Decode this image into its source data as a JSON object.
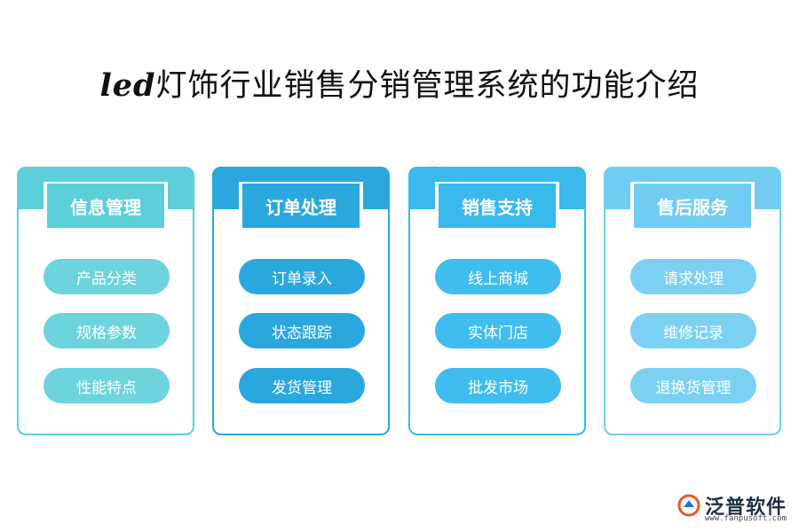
{
  "title": {
    "prefix": "led",
    "main": "灯饰行业销售分销管理系统的功能介绍"
  },
  "cards": [
    {
      "header": "信息管理",
      "items": [
        "产品分类",
        "规格参数",
        "性能特点"
      ],
      "color": "#5ccfd9",
      "pill_color": "#6dd3dc"
    },
    {
      "header": "订单处理",
      "items": [
        "订单录入",
        "状态跟踪",
        "发货管理"
      ],
      "color": "#2aa8de",
      "pill_color": "#2aa8de"
    },
    {
      "header": "销售支持",
      "items": [
        "线上商城",
        "实体门店",
        "批发市场"
      ],
      "color": "#39b9ec",
      "pill_color": "#3fbdee"
    },
    {
      "header": "售后服务",
      "items": [
        "请求处理",
        "维修记录",
        "退换货管理"
      ],
      "color": "#72cdf3",
      "pill_color": "#7cd1f3"
    }
  ],
  "logo": {
    "name": "泛普软件",
    "url": "www.fanpusoft.com"
  },
  "watermark": "泛普软件"
}
